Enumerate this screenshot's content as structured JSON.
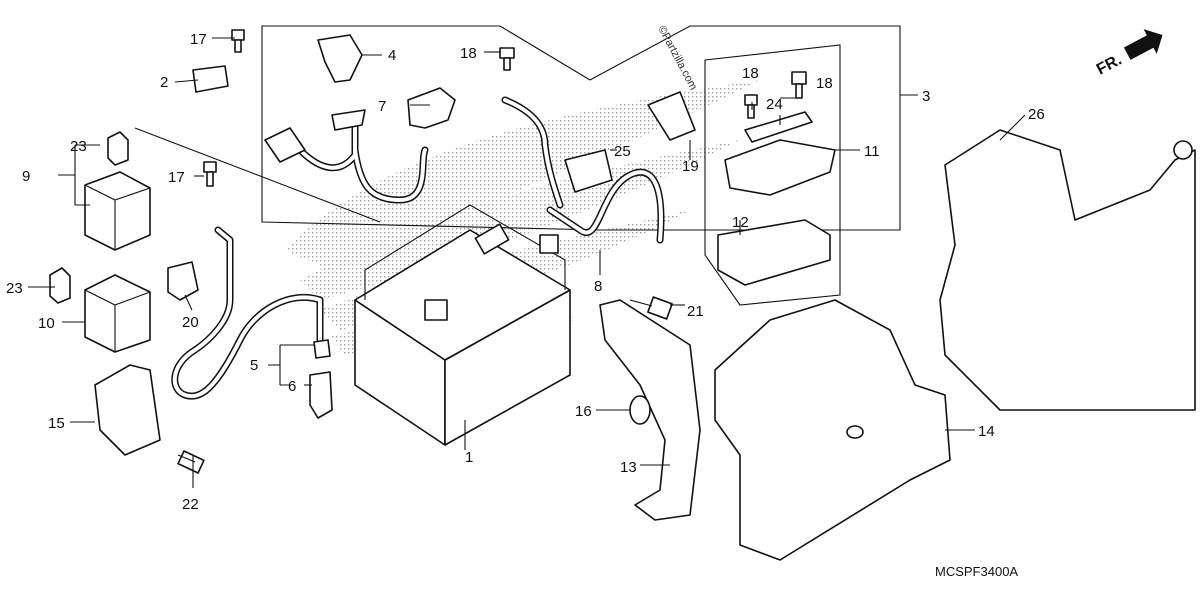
{
  "diagram": {
    "callouts": [
      {
        "id": "1",
        "text": "1"
      },
      {
        "id": "2",
        "text": "2"
      },
      {
        "id": "3",
        "text": "3"
      },
      {
        "id": "4",
        "text": "4"
      },
      {
        "id": "5",
        "text": "5"
      },
      {
        "id": "6",
        "text": "6"
      },
      {
        "id": "7",
        "text": "7"
      },
      {
        "id": "8",
        "text": "8"
      },
      {
        "id": "9",
        "text": "9"
      },
      {
        "id": "10",
        "text": "10"
      },
      {
        "id": "11",
        "text": "11"
      },
      {
        "id": "12",
        "text": "12"
      },
      {
        "id": "13",
        "text": "13"
      },
      {
        "id": "14",
        "text": "14"
      },
      {
        "id": "15",
        "text": "15"
      },
      {
        "id": "16",
        "text": "16"
      },
      {
        "id": "17a",
        "text": "17"
      },
      {
        "id": "17b",
        "text": "17"
      },
      {
        "id": "18a",
        "text": "18"
      },
      {
        "id": "18b",
        "text": "18"
      },
      {
        "id": "18c",
        "text": "18"
      },
      {
        "id": "19",
        "text": "19"
      },
      {
        "id": "20",
        "text": "20"
      },
      {
        "id": "21",
        "text": "21"
      },
      {
        "id": "22",
        "text": "22"
      },
      {
        "id": "23a",
        "text": "23"
      },
      {
        "id": "23b",
        "text": "23"
      },
      {
        "id": "24",
        "text": "24"
      },
      {
        "id": "25",
        "text": "25"
      },
      {
        "id": "26",
        "text": "26"
      }
    ],
    "direction_label": "FR.",
    "watermark": "©Partzilla.com",
    "diagram_code": "MCSPF3400A",
    "icons": {
      "direction": "front-arrow-icon",
      "watermark_logo": "honda-wing-logo-icon"
    }
  }
}
